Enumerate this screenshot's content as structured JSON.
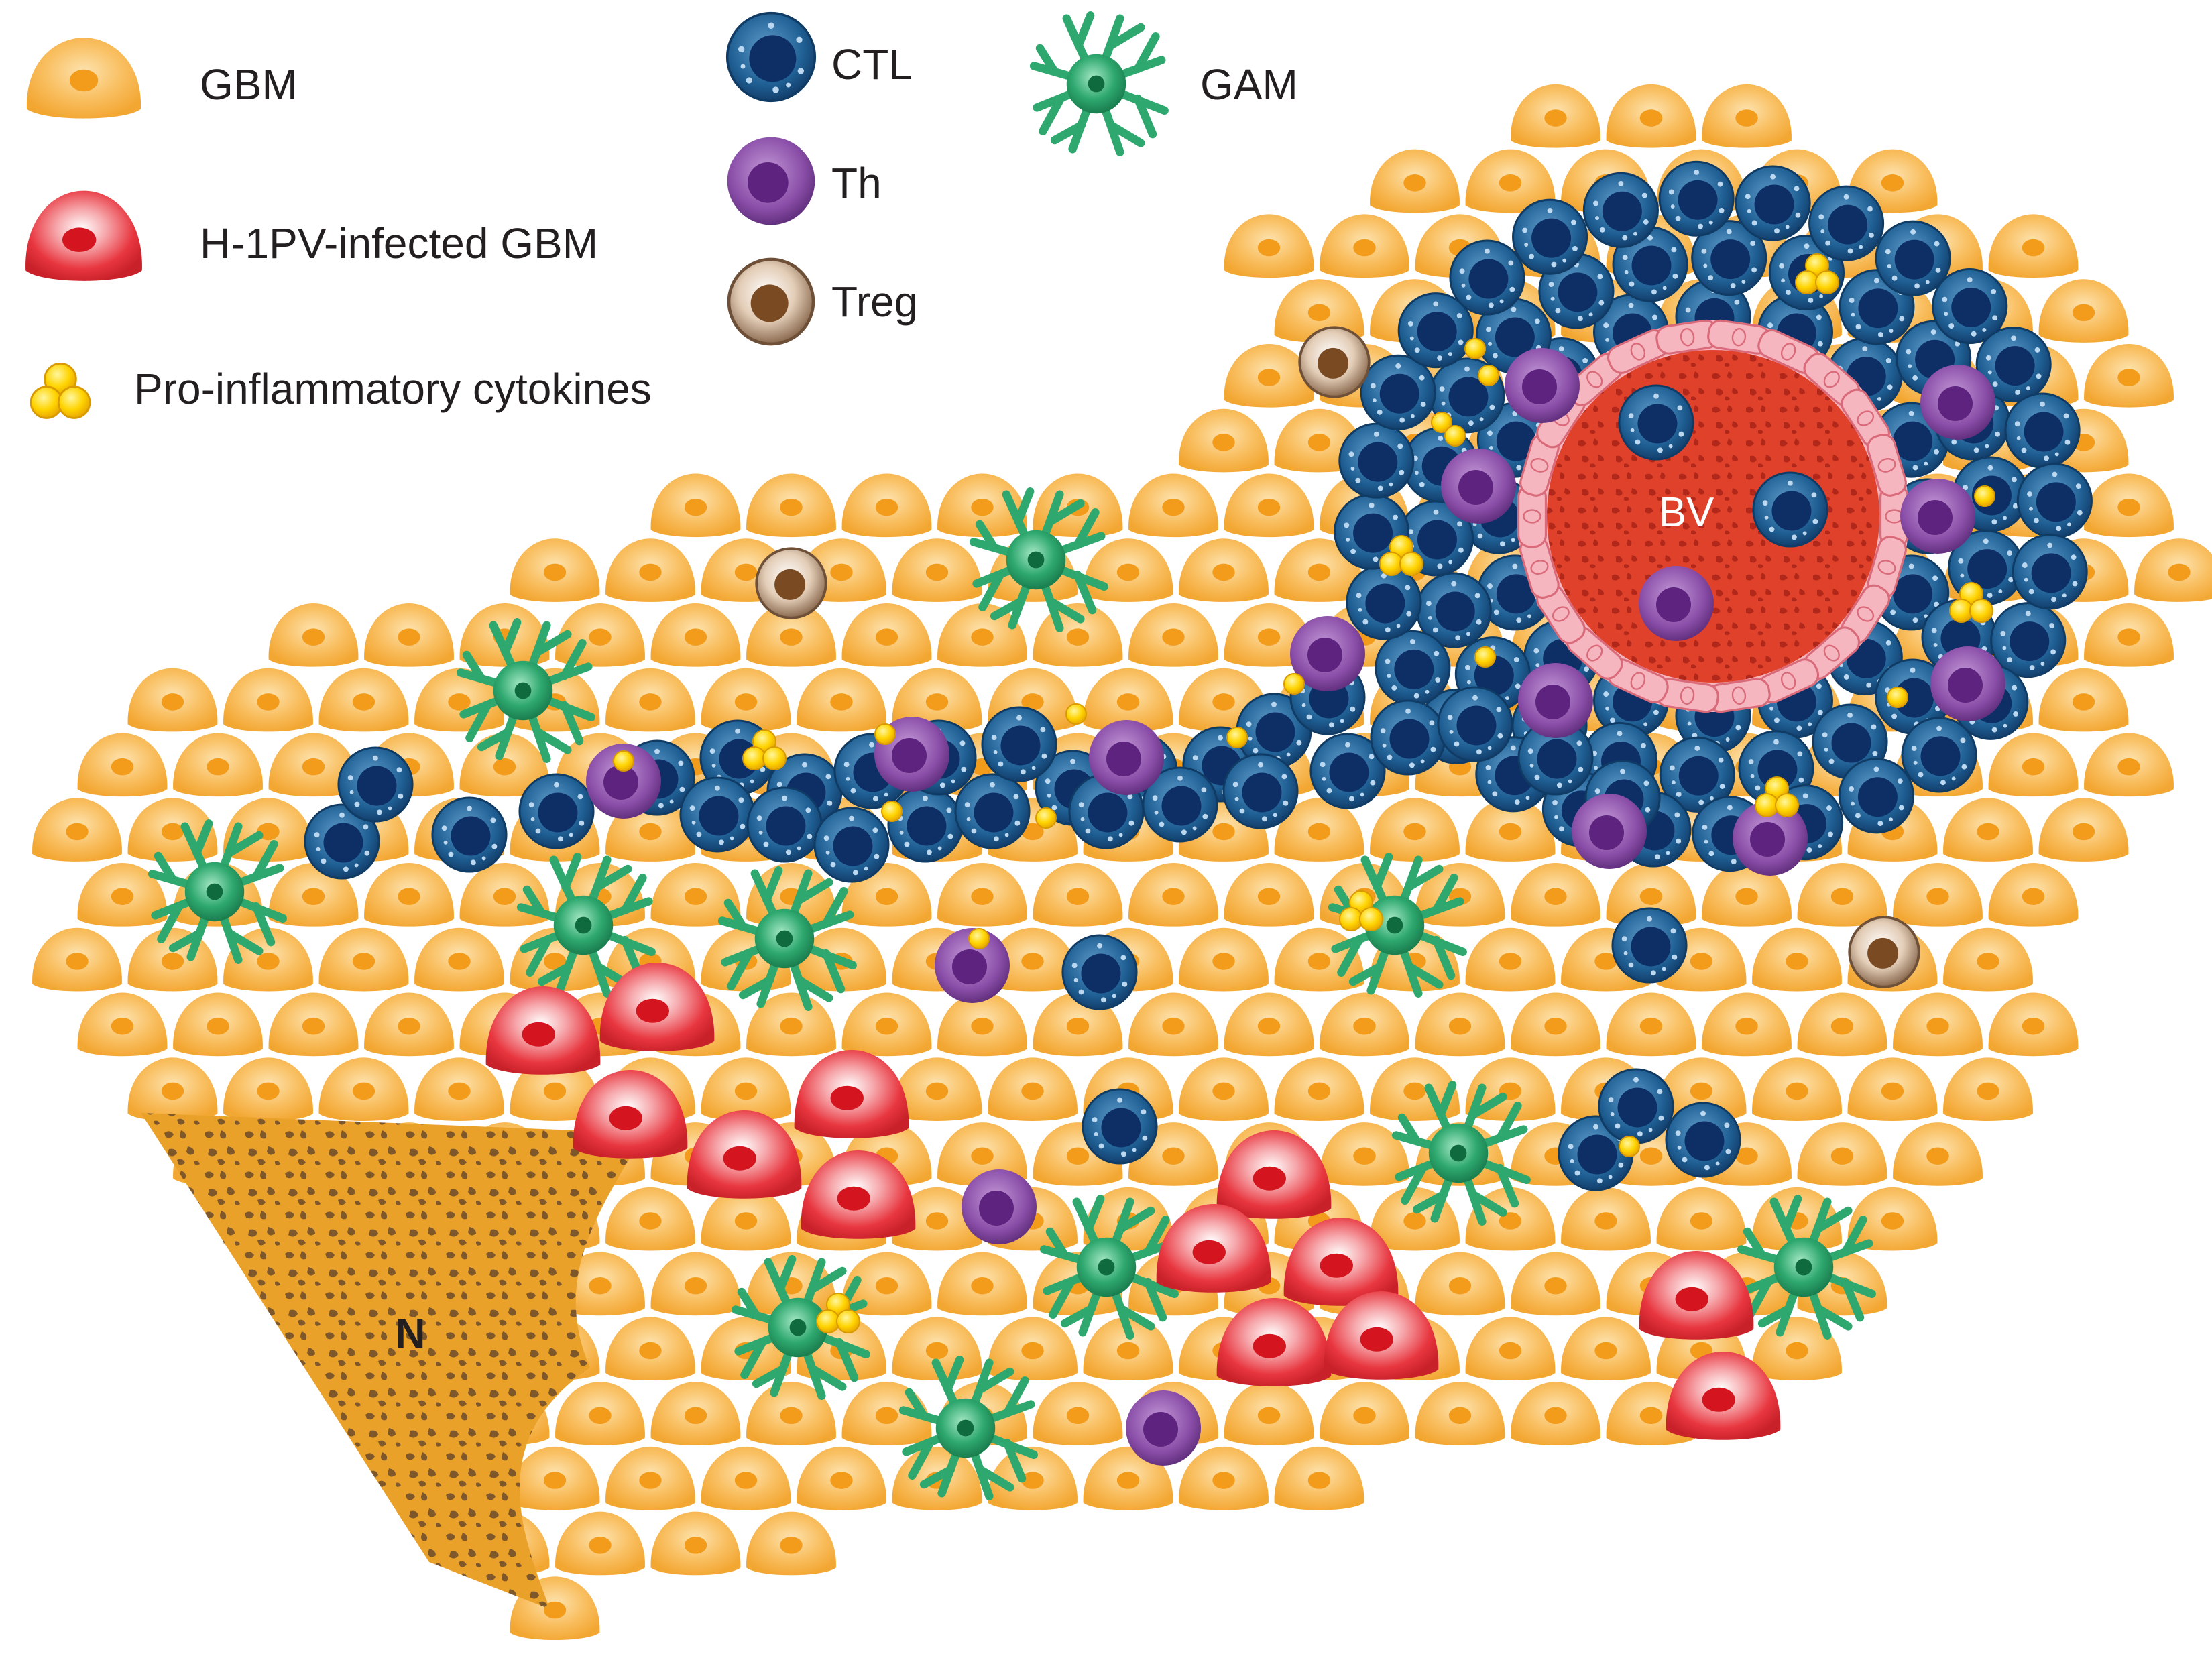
{
  "legend": {
    "gbm": "GBM",
    "infected": "H-1PV-infected GBM",
    "cytokines": "Pro-inflammatory cytokines",
    "ctl": "CTL",
    "th": "Th",
    "treg": "Treg",
    "gam": "GAM"
  },
  "regions": {
    "blood_vessel": "BV",
    "necrosis": "N"
  },
  "colors": {
    "gbm_fill": "#f8b74a",
    "gbm_core": "#f39c1c",
    "infected_fill": "#e8363f",
    "infected_core": "#d4141e",
    "ctl_fill": "#1f5f93",
    "ctl_core": "#0d2f66",
    "th_fill": "#7b3f9b",
    "th_core": "#5d237e",
    "treg_fill": "#8a5a34",
    "gam_fill": "#2ea86e",
    "cytokine": "#ffd400",
    "vessel_wall": "#f3a3ad",
    "vessel_lumen": "#e0412b",
    "necrosis": "#e9a12a"
  }
}
